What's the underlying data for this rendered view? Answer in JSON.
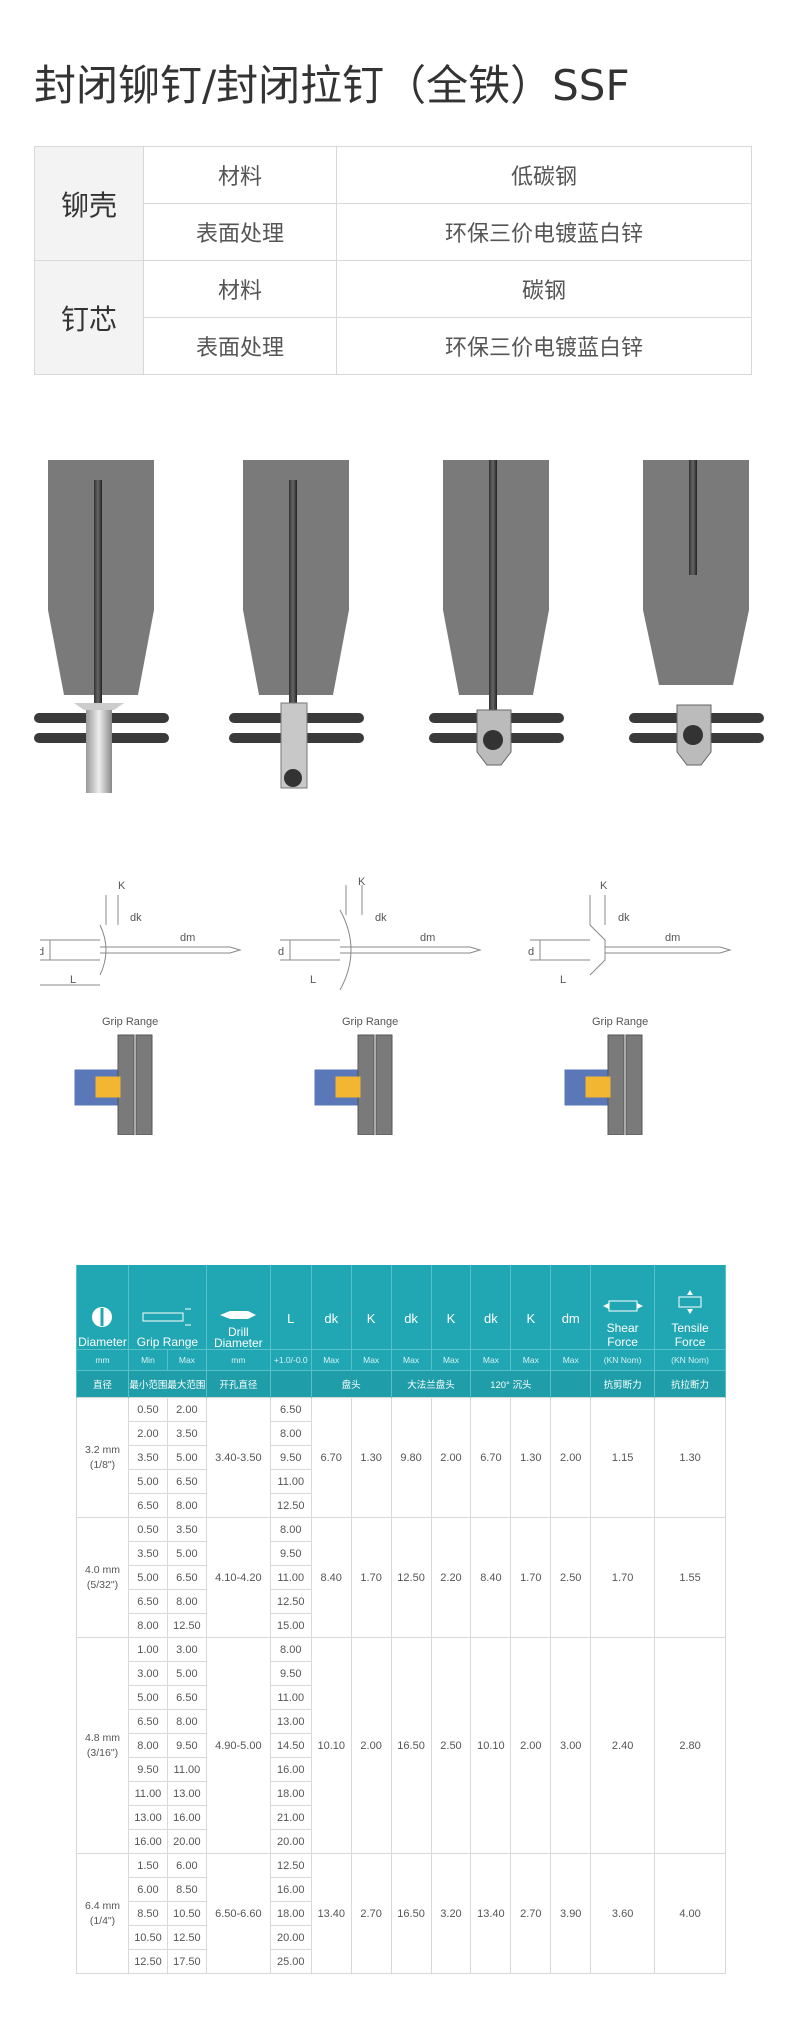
{
  "title": "封闭铆钉/封闭拉钉（全铁）SSF",
  "materials": [
    {
      "part": "铆壳",
      "rows": [
        {
          "prop": "材料",
          "value": "低碳钢"
        },
        {
          "prop": "表面处理",
          "value": "环保三价电镀蓝白锌"
        }
      ]
    },
    {
      "part": "钉芯",
      "rows": [
        {
          "prop": "材料",
          "value": "碳钢"
        },
        {
          "prop": "表面处理",
          "value": "环保三价电镀蓝白锌"
        }
      ]
    }
  ],
  "diagram_labels": {
    "k": "K",
    "dk": "dk",
    "dm": "dm",
    "d": "d",
    "l": "L",
    "grip": "Grip Range"
  },
  "spec": {
    "headers": {
      "diameter": "Diameter",
      "grip": "Grip Range",
      "drill": "Drill Diameter",
      "l": "L",
      "dk": "dk",
      "k": "K",
      "dm": "dm",
      "shear": "Shear Force",
      "tensile": "Tensile Force"
    },
    "units": {
      "diameter": "mm",
      "min": "Min",
      "max": "Max",
      "drill": "mm",
      "l": "+1.0/-0.0",
      "max_label": "Max",
      "force": "(KN Nom)"
    },
    "cn": {
      "diameter": "直径",
      "grip": "最小范围最大范围",
      "drill": "开孔直径",
      "dome": "盘头",
      "flange": "大法兰盘头",
      "csk": "120° 沉头",
      "shear": "抗剪断力",
      "tensile": "抗拉断力"
    },
    "groups": [
      {
        "dia": "3.2 mm",
        "inch": "(1/8\")",
        "drill": "3.40-3.50",
        "dk1": "6.70",
        "k1": "1.30",
        "dk2": "9.80",
        "k2": "2.00",
        "dk3": "6.70",
        "k3": "1.30",
        "dm": "2.00",
        "shear": "1.15",
        "tensile": "1.30",
        "rows": [
          [
            "0.50",
            "2.00",
            "6.50"
          ],
          [
            "2.00",
            "3.50",
            "8.00"
          ],
          [
            "3.50",
            "5.00",
            "9.50"
          ],
          [
            "5.00",
            "6.50",
            "11.00"
          ],
          [
            "6.50",
            "8.00",
            "12.50"
          ]
        ]
      },
      {
        "dia": "4.0 mm",
        "inch": "(5/32\")",
        "drill": "4.10-4.20",
        "dk1": "8.40",
        "k1": "1.70",
        "dk2": "12.50",
        "k2": "2.20",
        "dk3": "8.40",
        "k3": "1.70",
        "dm": "2.50",
        "shear": "1.70",
        "tensile": "1.55",
        "rows": [
          [
            "0.50",
            "3.50",
            "8.00"
          ],
          [
            "3.50",
            "5.00",
            "9.50"
          ],
          [
            "5.00",
            "6.50",
            "11.00"
          ],
          [
            "6.50",
            "8.00",
            "12.50"
          ],
          [
            "8.00",
            "12.50",
            "15.00"
          ]
        ]
      },
      {
        "dia": "4.8 mm",
        "inch": "(3/16\")",
        "drill": "4.90-5.00",
        "dk1": "10.10",
        "k1": "2.00",
        "dk2": "16.50",
        "k2": "2.50",
        "dk3": "10.10",
        "k3": "2.00",
        "dm": "3.00",
        "shear": "2.40",
        "tensile": "2.80",
        "rows": [
          [
            "1.00",
            "3.00",
            "8.00"
          ],
          [
            "3.00",
            "5.00",
            "9.50"
          ],
          [
            "5.00",
            "6.50",
            "11.00"
          ],
          [
            "6.50",
            "8.00",
            "13.00"
          ],
          [
            "8.00",
            "9.50",
            "14.50"
          ],
          [
            "9.50",
            "11.00",
            "16.00"
          ],
          [
            "11.00",
            "13.00",
            "18.00"
          ],
          [
            "13.00",
            "16.00",
            "21.00"
          ],
          [
            "16.00",
            "20.00",
            "20.00"
          ]
        ]
      },
      {
        "dia": "6.4 mm",
        "inch": "(1/4\")",
        "drill": "6.50-6.60",
        "dk1": "13.40",
        "k1": "2.70",
        "dk2": "16.50",
        "k2": "3.20",
        "dk3": "13.40",
        "k3": "2.70",
        "dm": "3.90",
        "shear": "3.60",
        "tensile": "4.00",
        "rows": [
          [
            "1.50",
            "6.00",
            "12.50"
          ],
          [
            "6.00",
            "8.50",
            "16.00"
          ],
          [
            "8.50",
            "10.50",
            "18.00"
          ],
          [
            "10.50",
            "12.50",
            "20.00"
          ],
          [
            "12.50",
            "17.50",
            "25.00"
          ]
        ]
      }
    ]
  },
  "colors": {
    "teal": "#20a7b3",
    "steel": "#6e6e6e",
    "sleeve": "#5a77b8",
    "core": "#f2b632"
  }
}
